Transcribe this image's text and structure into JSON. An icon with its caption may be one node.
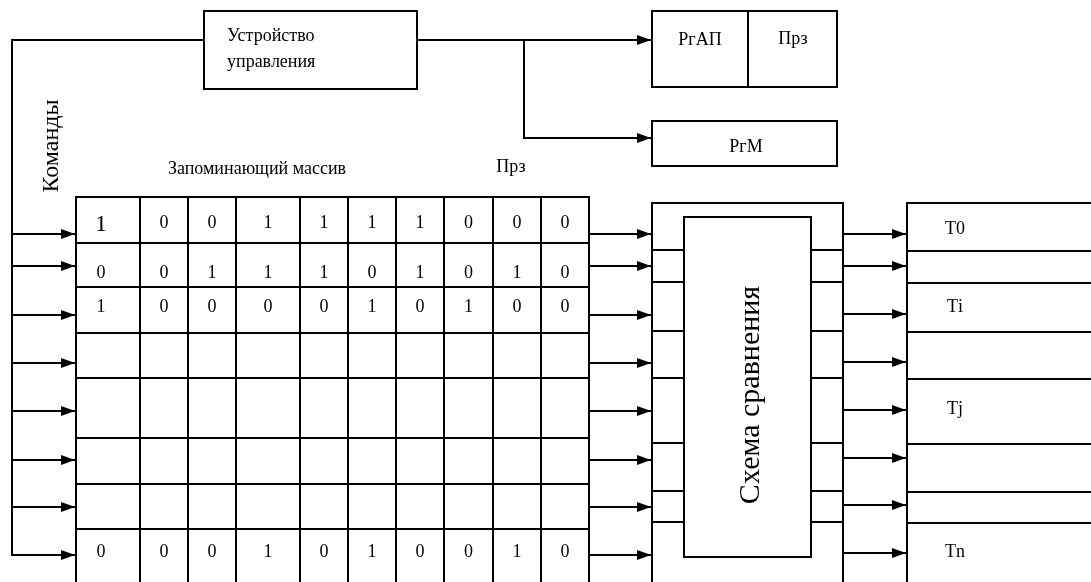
{
  "diagram": {
    "nodes": [
      {
        "text": [
          "Устройство управления"
        ]
      },
      {
        "text": [
          "РгАП",
          "Прз"
        ]
      },
      {
        "text": [
          "РгМ"
        ]
      },
      {
        "text": [
          "Запоминающий массив"
        ]
      },
      {
        "text": [
          "1",
          "0",
          "0",
          "1",
          "1",
          "1",
          "1",
          "0",
          "0",
          "0"
        ],
        "in": 3
      },
      {
        "text": [
          "0",
          "0",
          "1",
          "1",
          "1",
          "0",
          "1",
          "0",
          "1",
          "0"
        ],
        "in": 3
      },
      {
        "text": [
          "1",
          "0",
          "0",
          "0",
          "0",
          "1",
          "0",
          "1",
          "0",
          "0"
        ],
        "in": 3
      },
      {
        "text": [],
        "shape": "box",
        "in": 3
      },
      {
        "text": [],
        "shape": "box",
        "in": 3
      },
      {
        "text": [],
        "shape": "box",
        "in": 3
      },
      {
        "text": [],
        "shape": "box",
        "in": 3
      },
      {
        "text": [
          "0",
          "0",
          "0",
          "1",
          "0",
          "1",
          "0",
          "0",
          "1",
          "0"
        ],
        "in": 3
      },
      {
        "text": [],
        "shape": "box"
      },
      {
        "text": [
          "Схема сравнения"
        ],
        "in": 12
      },
      {
        "text": [],
        "shape": "box"
      },
      {
        "text": [
          "Т0"
        ],
        "in": 14
      },
      {
        "text": [],
        "shape": "box",
        "in": 14
      },
      {
        "text": [
          "Тi"
        ],
        "in": 14
      },
      {
        "text": [],
        "shape": "box",
        "in": 14
      },
      {
        "text": [
          "Тj"
        ],
        "in": 14
      },
      {
        "text": [],
        "shape": "box",
        "in": 14
      },
      {
        "text": [],
        "shape": "box",
        "in": 14
      },
      {
        "text": [
          "Тn"
        ],
        "in": 14
      }
    ],
    "edges": [
      {
        "from": 0,
        "to": 1,
        "arrow": "to"
      },
      {
        "from": 0,
        "to": 2,
        "arrow": "to"
      },
      {
        "from": 0,
        "to": 4,
        "arrow": "to"
      },
      {
        "from": 0,
        "to": 5,
        "arrow": "to"
      },
      {
        "from": 0,
        "to": 6,
        "arrow": "to"
      },
      {
        "from": 0,
        "to": 7,
        "arrow": "to"
      },
      {
        "from": 0,
        "to": 8,
        "arrow": "to"
      },
      {
        "from": 0,
        "to": 9,
        "arrow": "to"
      },
      {
        "from": 0,
        "to": 10,
        "arrow": "to"
      },
      {
        "from": 0,
        "to": 11,
        "arrow": "to"
      },
      {
        "from": 4,
        "to": 12,
        "arrow": "to"
      },
      {
        "from": 5,
        "to": 12,
        "arrow": "to"
      },
      {
        "from": 6,
        "to": 12,
        "arrow": "to"
      },
      {
        "from": 7,
        "to": 12,
        "arrow": "to"
      },
      {
        "from": 8,
        "to": 12,
        "arrow": "to"
      },
      {
        "from": 9,
        "to": 12,
        "arrow": "to"
      },
      {
        "from": 10,
        "to": 12,
        "arrow": "to"
      },
      {
        "from": 11,
        "to": 12,
        "arrow": "to"
      },
      {
        "from": 12,
        "to": 15,
        "arrow": "to"
      },
      {
        "from": 12,
        "to": 16,
        "arrow": "to"
      },
      {
        "from": 12,
        "to": 17,
        "arrow": "to"
      },
      {
        "from": 12,
        "to": 18,
        "arrow": "to"
      },
      {
        "from": 12,
        "to": 19,
        "arrow": "to"
      },
      {
        "from": 12,
        "to": 20,
        "arrow": "to"
      },
      {
        "from": 12,
        "to": 21,
        "arrow": "to"
      },
      {
        "from": 12,
        "to": 22,
        "arrow": "to"
      }
    ],
    "labels": [
      "Команды",
      "Прз"
    ]
  }
}
